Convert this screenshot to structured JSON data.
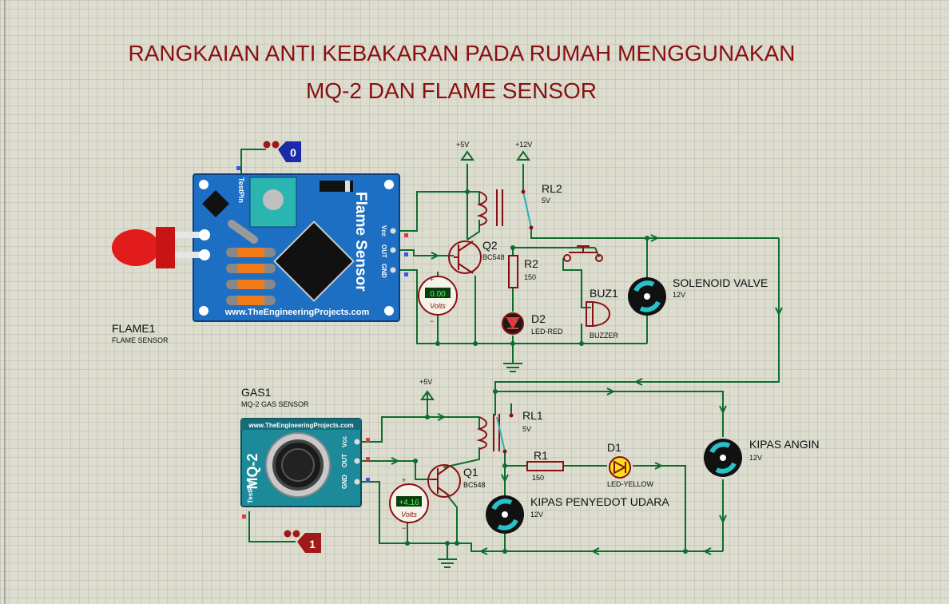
{
  "title": {
    "line1": "RANGKAIAN ANTI KEBAKARAN PADA RUMAH MENGGUNAKAN",
    "line2": "MQ-2 DAN FLAME SENSOR"
  },
  "flame_module": {
    "board_text": "Flame Sensor",
    "website": "www.TheEngineeringProjects.com",
    "testpin": "TestPin",
    "pin_vcc": "Vcc",
    "pin_out": "OUT",
    "pin_gnd": "GND",
    "ref": "FLAME1",
    "type": "FLAME SENSOR"
  },
  "gas_module": {
    "board_text": "MQ-2",
    "website": "www.TheEngineeringProjects.com",
    "testpin": "TestPin",
    "pin_vcc": "Vcc",
    "pin_out": "OUT",
    "pin_gnd": "GND",
    "ref": "GAS1",
    "type": "MQ-2 GAS SENSOR"
  },
  "logic_probes": {
    "flame": "0",
    "gas": "1"
  },
  "voltmeters": {
    "flame": {
      "reading": "0.00",
      "unit": "Volts"
    },
    "gas": {
      "reading": "+4.16",
      "unit": "Volts"
    }
  },
  "power": {
    "v5_top": "+5V",
    "v12": "+12V",
    "v5_bottom": "+5V"
  },
  "components": {
    "rl2": {
      "ref": "RL2",
      "value": "5V"
    },
    "q2": {
      "ref": "Q2",
      "value": "BC548"
    },
    "r2": {
      "ref": "R2",
      "value": "150"
    },
    "d2": {
      "ref": "D2",
      "value": "LED-RED"
    },
    "buz1": {
      "ref": "BUZ1",
      "value": "BUZZER"
    },
    "solenoid": {
      "ref": "SOLENOID VALVE",
      "value": "12V"
    },
    "rl1": {
      "ref": "RL1",
      "value": "5V"
    },
    "q1": {
      "ref": "Q1",
      "value": "BC548"
    },
    "r1": {
      "ref": "R1",
      "value": "150"
    },
    "d1": {
      "ref": "D1",
      "value": "LED-YELLOW"
    },
    "kipas_angin": {
      "ref": "KIPAS ANGIN",
      "value": "12V"
    },
    "kipas_penyedot": {
      "ref": "KIPAS PENYEDOT UDARA",
      "value": "12V"
    }
  }
}
